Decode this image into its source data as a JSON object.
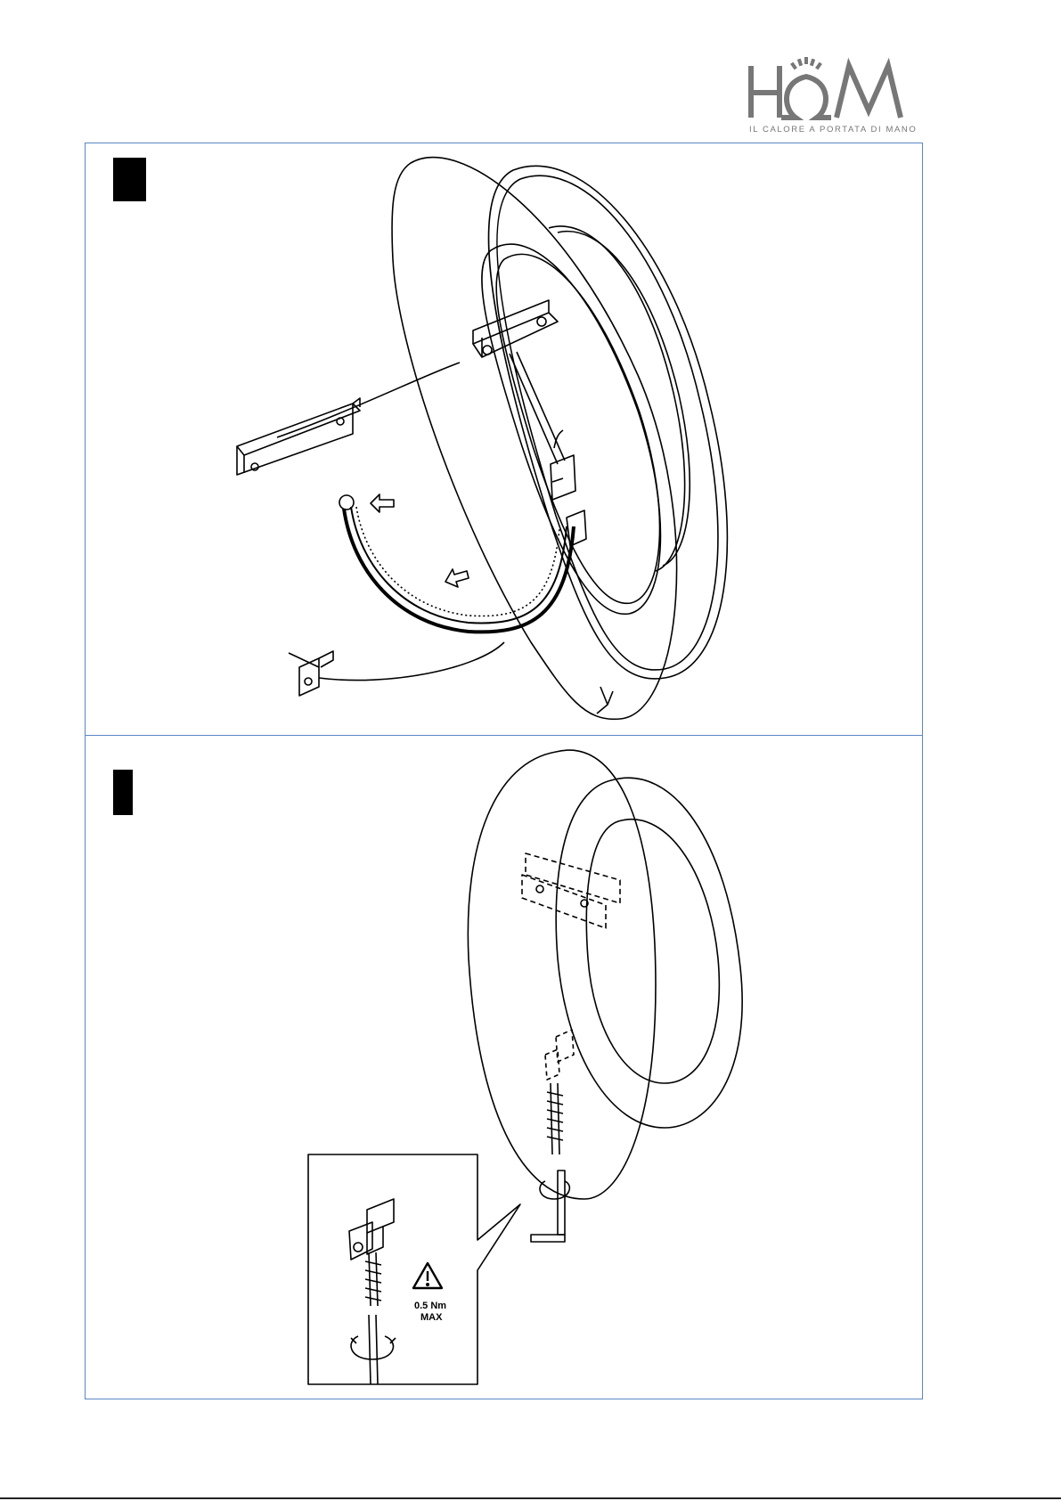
{
  "brand": {
    "logo_word": "HOM",
    "tagline": "IL CALORE A PORTATA DI MANO",
    "logo_color": "#777777"
  },
  "steps": [
    {
      "marker": "step-1-marker"
    },
    {
      "marker": "step-2-marker"
    }
  ],
  "callout": {
    "torque_value": "0.5 Nm",
    "torque_limit": "MAX",
    "warning_icon": "warning-triangle-icon"
  },
  "colors": {
    "panel_border": "#5b87c6",
    "line": "#000000"
  }
}
